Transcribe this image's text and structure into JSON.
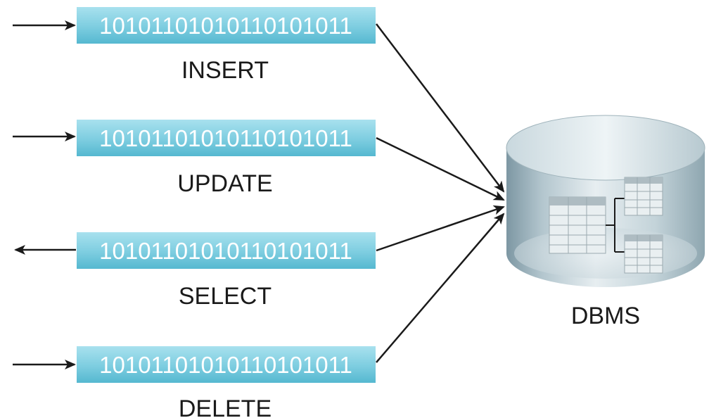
{
  "operations": [
    {
      "binary": "10101101010110101011",
      "label": "INSERT",
      "direction": "in"
    },
    {
      "binary": "10101101010110101011",
      "label": "UPDATE",
      "direction": "in"
    },
    {
      "binary": "10101101010110101011",
      "label": "SELECT",
      "direction": "out"
    },
    {
      "binary": "10101101010110101011",
      "label": "DELETE",
      "direction": "in"
    }
  ],
  "dbms": {
    "label": "DBMS",
    "icon": "database-cylinder-icon"
  },
  "colors": {
    "bar_top": "#9ddcea",
    "bar_bottom": "#59bcd4",
    "bar_text": "#ffffff",
    "arrow": "#1a1a1a",
    "cylinder_dark": "#7f9aa6",
    "cylinder_light": "#e6eef1"
  }
}
